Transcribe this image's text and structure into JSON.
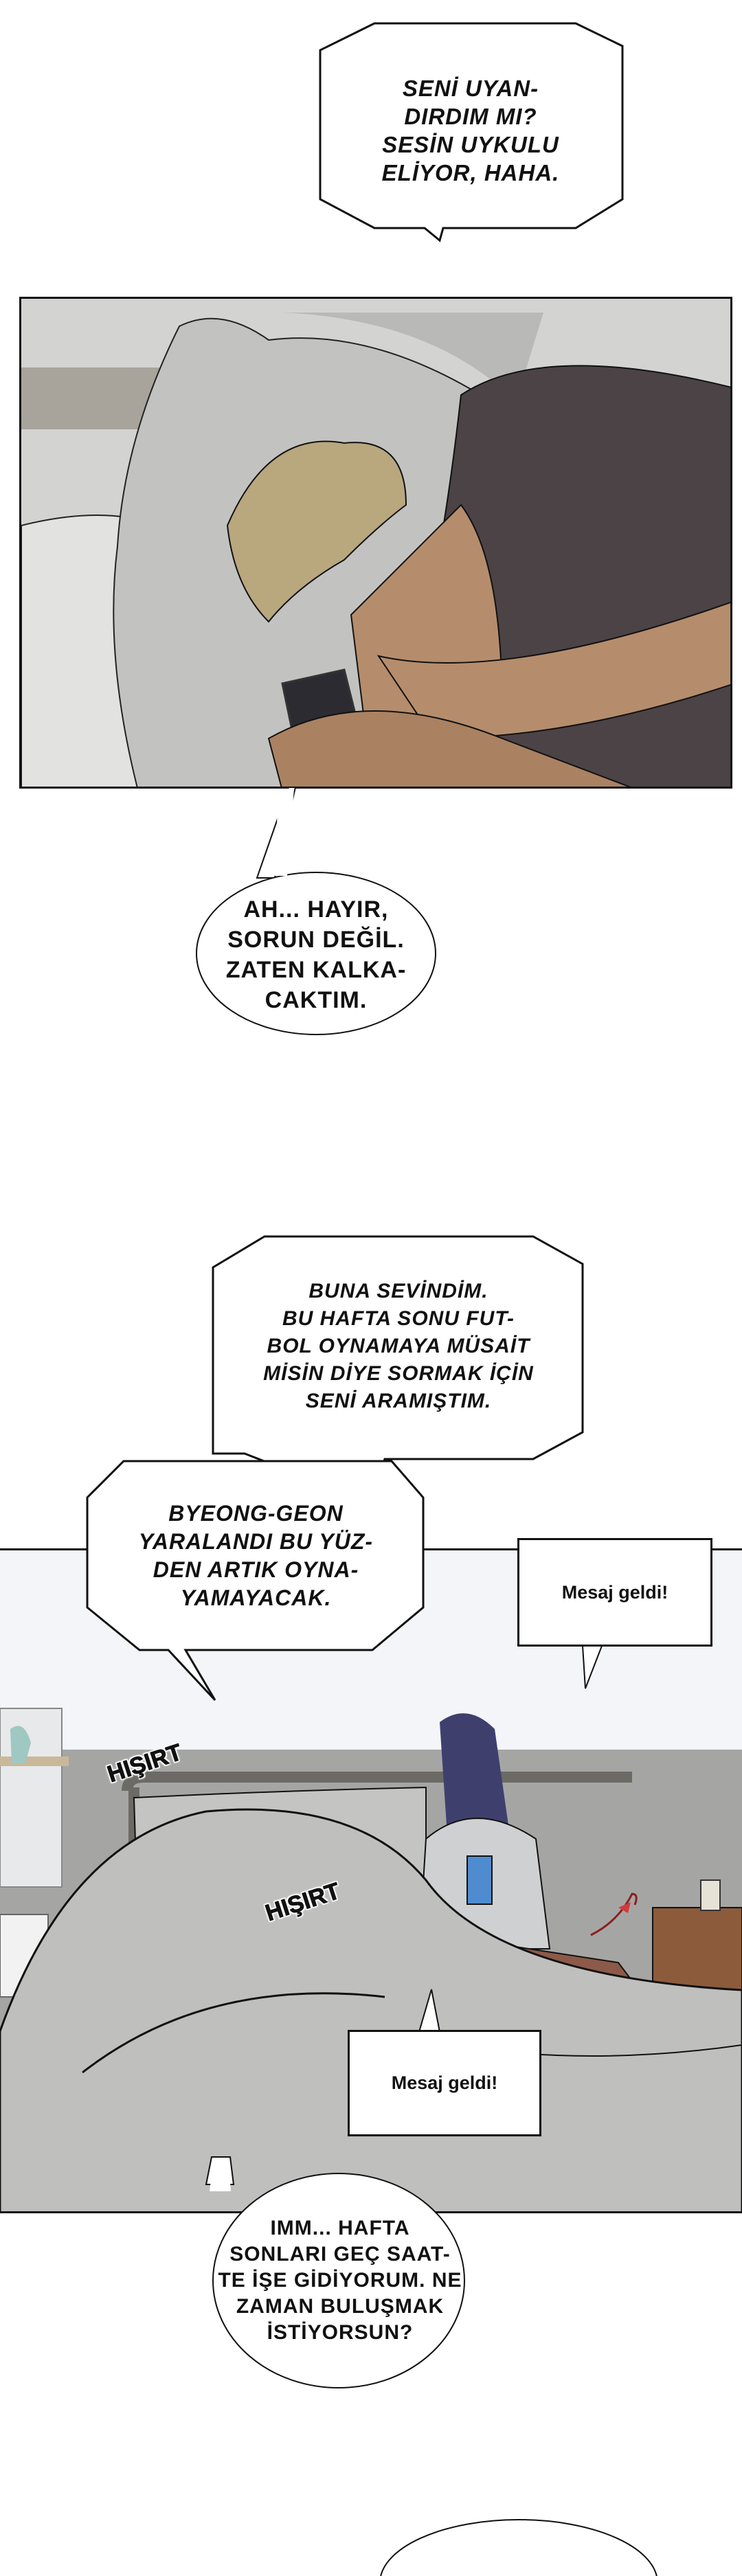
{
  "bubbles": {
    "b1": "SENİ UYAN-\nDIRDIM MI?\nSESİN UYKULU\nELİYOR, HAHA.",
    "b2": "AH... HAYIR,\nSORUN DEĞİL.\nZATEN KALKA-\nCAKTIM.",
    "b3": "BUNA SEVİNDİM.\nBU HAFTA SONU FUT-\nBOL OYNAMAYA MÜSAİT\nMİSİN DİYE SORMAK İÇİN\nSENİ ARAMIŞTIM.",
    "b4": "BYEONG-GEON\nYARALANDI BU YÜZ-\nDEN ARTIK OYNA-\nYAMAYACAK.",
    "b5": "IMM... HAFTA\nSONLARI GEÇ SAAT-\nTE İŞE GİDİYORUM. NE\nZAMAN BULUŞMAK\nİSTİYORSUN?"
  },
  "message_boxes": {
    "m1": "Mesaj geldi!",
    "m2": "Mesaj geldi!"
  },
  "sfx": {
    "s1": "HIŞIRT",
    "s2": "HIŞIRT"
  }
}
